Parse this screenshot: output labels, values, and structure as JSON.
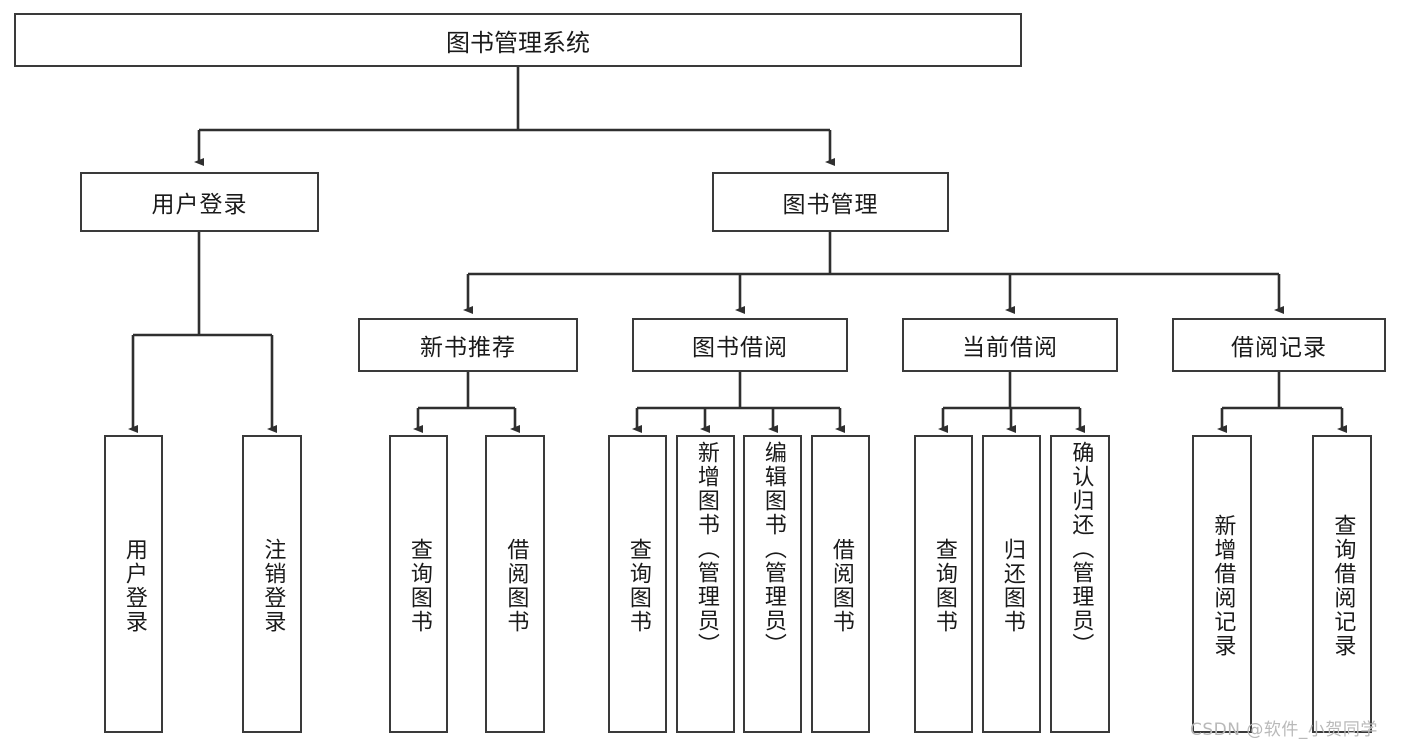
{
  "diagram": {
    "type": "tree",
    "title": "图书管理系统",
    "root": {
      "label": "图书管理系统"
    },
    "level2": [
      {
        "label": "用户登录"
      },
      {
        "label": "图书管理"
      }
    ],
    "level3": [
      {
        "label": "新书推荐"
      },
      {
        "label": "图书借阅"
      },
      {
        "label": "当前借阅"
      },
      {
        "label": "借阅记录"
      }
    ],
    "leaves": {
      "user_login": [
        {
          "label": "用户登录"
        },
        {
          "label": "注销登录"
        }
      ],
      "new_book_recommend": [
        {
          "label": "查询图书"
        },
        {
          "label": "借阅图书"
        }
      ],
      "book_borrow": [
        {
          "label": "查询图书"
        },
        {
          "label": "新增图书（管理员）"
        },
        {
          "label": "编辑图书（管理员）"
        },
        {
          "label": "借阅图书"
        }
      ],
      "current_borrow": [
        {
          "label": "查询图书"
        },
        {
          "label": "归还图书"
        },
        {
          "label": "确认归还（管理员）"
        }
      ],
      "borrow_record": [
        {
          "label": "新增借阅记录"
        },
        {
          "label": "查询借阅记录"
        }
      ]
    },
    "watermark": "CSDN @软件_小贺同学",
    "colors": {
      "box_border": "#3a3a3a",
      "box_fill": "#ffffff",
      "line": "#2f2f2f",
      "text": "#1a1a1a",
      "watermark": "#b9b9b9"
    }
  }
}
